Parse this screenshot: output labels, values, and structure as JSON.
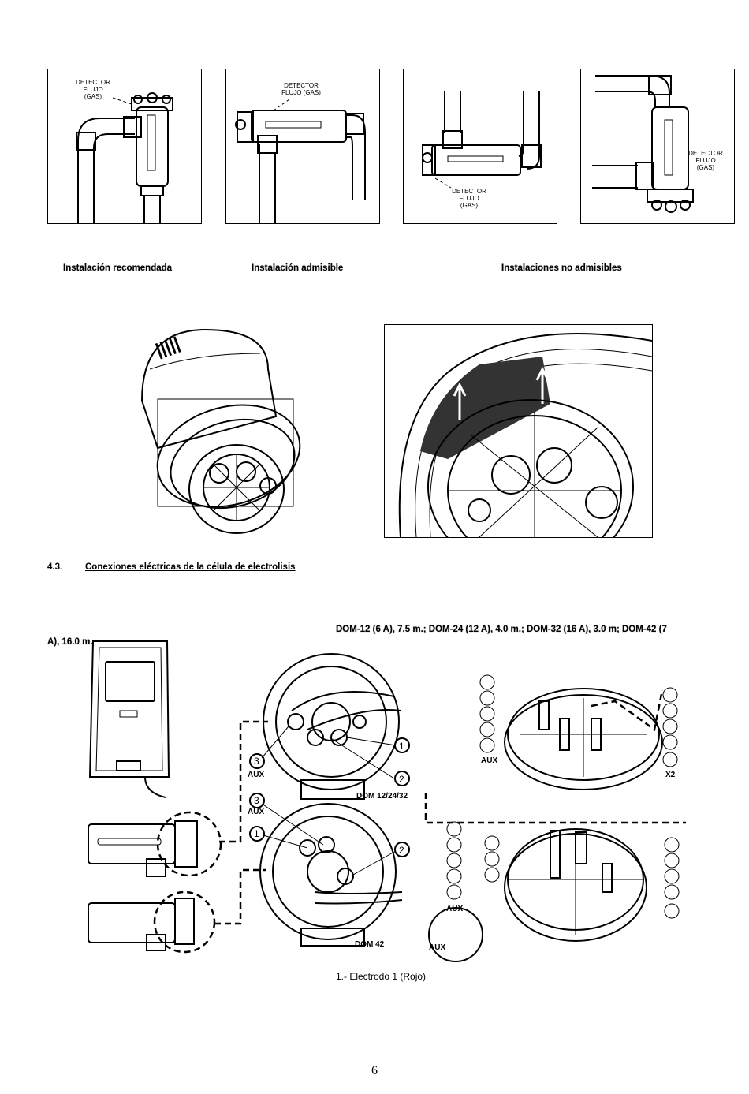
{
  "figures_top": {
    "fig1_label": [
      "DETECTOR",
      "FLUJO",
      "(GAS)"
    ],
    "fig2_label": [
      "DETECTOR",
      "FLUJO (GAS)"
    ],
    "fig3_label": [
      "DETECTOR",
      "FLUJO",
      "(GAS)"
    ],
    "fig4_label": [
      "DETECTOR",
      "FLUJO",
      "(GAS)"
    ]
  },
  "captions": {
    "recommended": "Instalación recomendada",
    "admissible": "Instalación admisible",
    "not_admissible": "Instalaciones no admisibles"
  },
  "section": {
    "number": "4.3.",
    "title": "Conexiones eléctricas de la célula de electrolisis"
  },
  "specs_line1": "DOM-12 (6 A), 7.5 m.; DOM-24 (12 A), 4.0 m.; DOM-32 (16 A), 3.0 m; DOM-42 (7",
  "specs_line2": "A), 16.0 m.",
  "diagram_labels": {
    "aux": "AUX",
    "x2": "X2",
    "dom_a": "DOM 12/24/32",
    "dom_b": "DOM 42",
    "n1": "1",
    "n2": "2",
    "n3": "3"
  },
  "legend_item": "1.- Electrodo 1 (Rojo)",
  "page_number": "6"
}
